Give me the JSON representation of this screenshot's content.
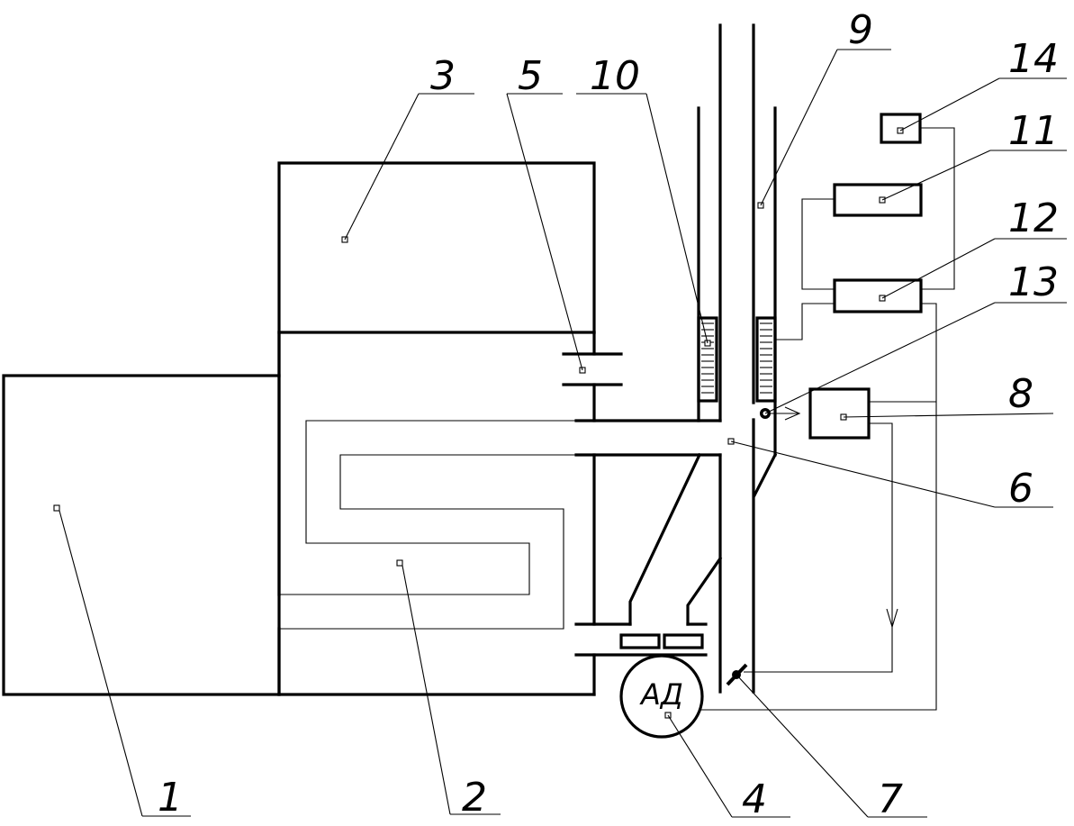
{
  "labels": {
    "l1": "1",
    "l2": "2",
    "l3": "3",
    "l4": "4",
    "l5": "5",
    "l6": "6",
    "l7": "7",
    "l8": "8",
    "l9": "9",
    "l10": "10",
    "l11": "11",
    "l12": "12",
    "l13": "13",
    "l14": "14"
  },
  "motor": {
    "label": "АД"
  }
}
